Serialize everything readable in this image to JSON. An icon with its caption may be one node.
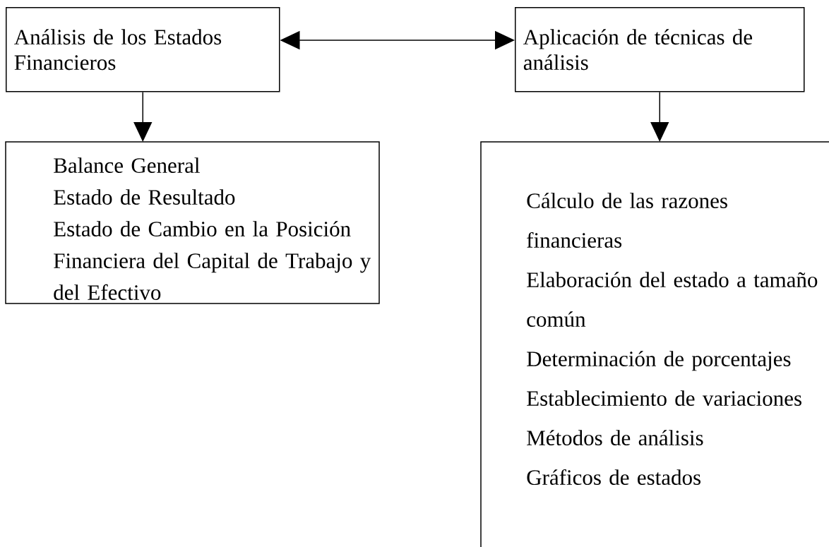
{
  "diagram": {
    "nodes": [
      {
        "text": [
          "Análisis de los Estados Financieros"
        ]
      },
      {
        "text": [
          "Aplicación de técnicas de análisis"
        ]
      },
      {
        "text": [
          "Balance General",
          "Estado de Resultado",
          "Estado de Cambio en la Posición Financiera del Capital de Trabajo y del Efectivo"
        ]
      },
      {
        "text": [
          "Cálculo de las razones financieras",
          "Elaboración del estado a tamaño común",
          "Determinación de porcentajes",
          "Establecimiento de variaciones",
          "Métodos de análisis",
          "Gráficos de estados"
        ]
      }
    ],
    "edges": [
      {
        "from": 0,
        "to": 1,
        "arrow": "both"
      },
      {
        "from": 0,
        "to": 2,
        "arrow": "to"
      },
      {
        "from": 1,
        "to": 3,
        "arrow": "to"
      }
    ]
  }
}
